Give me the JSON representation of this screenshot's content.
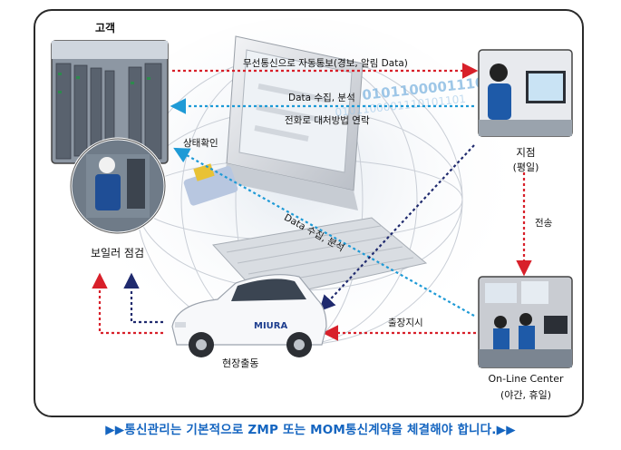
{
  "nodes": {
    "customer": "고객",
    "boiler_check": "보일러 점검",
    "branch": "지점",
    "branch_sub": "(평일)",
    "online_center": "On-Line Center",
    "online_center_sub": "(야간, 휴일)",
    "field_dispatch": "현장출동"
  },
  "edges": {
    "wireless_notify": "무선통신으로 자동통보(경보, 알림 Data)",
    "data_analysis_top": "Data 수집, 분석",
    "phone_contact": "전화로 대처방법 연락",
    "status_check": "상태확인",
    "data_analysis_diag": "Data 수집, 분석",
    "transfer": "전송",
    "dispatch_order": "출장지시"
  },
  "vehicle_logo": "MIURA",
  "binary_text": "0101100001110101101",
  "footer": {
    "prefix": "▶▶",
    "text": "통신관리는 기본적으로 ZMP 또는 MOM통신계약을 체결해야 합니다.",
    "suffix": "▶▶"
  },
  "colors": {
    "red_arrow": "#d8202a",
    "blue_arrow": "#1e9ad6",
    "navy_arrow": "#1f2a6e",
    "footer_text": "#1565c0"
  }
}
